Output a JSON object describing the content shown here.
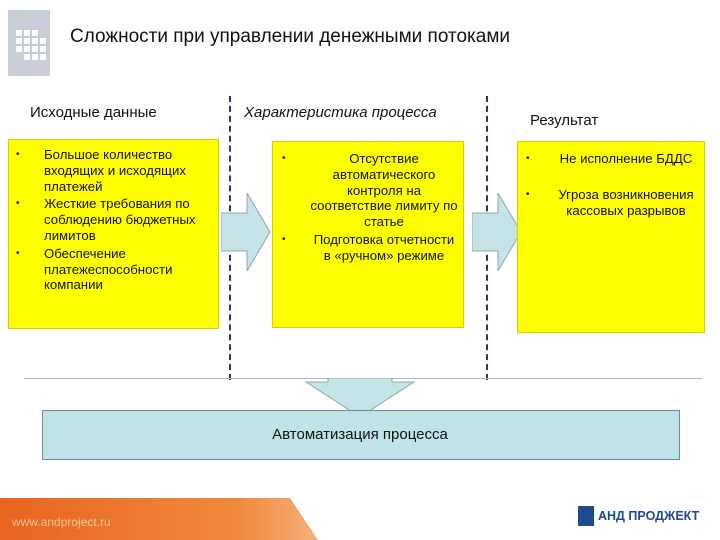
{
  "slide": {
    "title": "Сложности при управлении денежными потоками",
    "columns": [
      {
        "heading": "Исходные данные",
        "items": [
          "Большое количество входящих и исходящих платежей",
          "Жесткие требования по соблюдению бюджетных лимитов",
          "Обеспечение платежеспособности компании"
        ]
      },
      {
        "heading": "Характеристика процесса",
        "items": [
          "Отсутствие автоматического контроля на соответствие лимиту по статье",
          "Подготовка отчетности в «ручном» режиме"
        ]
      },
      {
        "heading": "Результат",
        "items": [
          "Не исполнение БДДС",
          "Угроза возникновения кассовых разрывов"
        ]
      }
    ],
    "bottom_label": "Автоматизация процесса"
  },
  "footer": {
    "url": "www.andproject.ru",
    "brand": "АНД ПРОДЖЕКТ"
  },
  "colors": {
    "box_fill": "#ffff00",
    "arrow_fill": "#c4e4e8",
    "divider": "#1f3a7a",
    "footer_orange": "#e8641e",
    "brand_blue": "#1f4b8e"
  }
}
